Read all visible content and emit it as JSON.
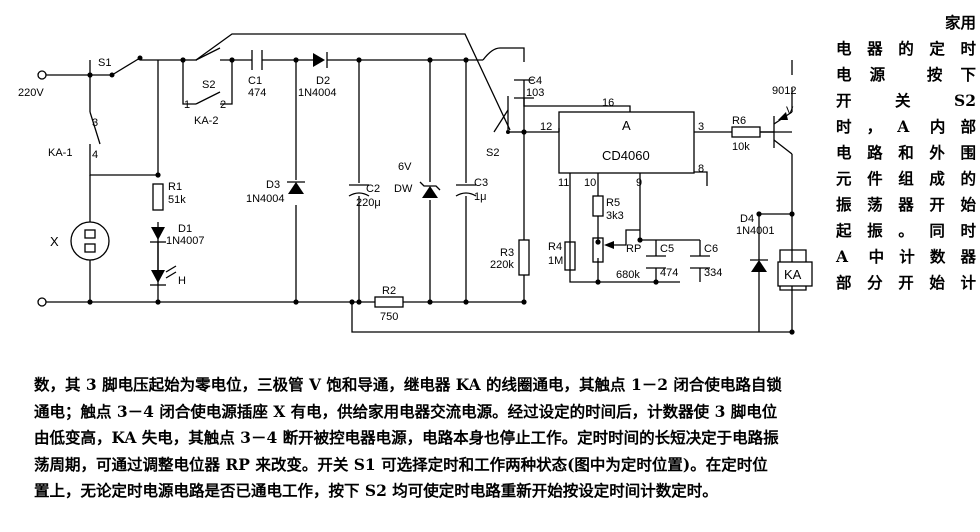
{
  "labels": {
    "v220": "220V",
    "s1": "S1",
    "s2a": "S2",
    "s2b": "S2",
    "n1": "1",
    "n2": "2",
    "n3": "3",
    "n4": "4",
    "ka1": "KA-1",
    "ka2": "KA-2",
    "c1": "C1",
    "c1v": "474",
    "d2": "D2",
    "d2v": "1N4004",
    "c4": "C4",
    "c4v": "103",
    "p16": "16",
    "p12": "12",
    "p3": "3",
    "p8": "8",
    "p11": "11",
    "p10": "10",
    "p9": "9",
    "ica": "A",
    "ic": "CD4060",
    "q": "9012",
    "qv": "V",
    "r6": "R6",
    "r6v": "10k",
    "r1": "R1",
    "r1v": "51k",
    "d1": "D1",
    "d1v": "1N4007",
    "h": "H",
    "x": "X",
    "d3": "D3",
    "d3v": "1N4004",
    "c2": "C2",
    "c2v": "220μ",
    "dw6": "6V",
    "dw": "DW",
    "c3": "C3",
    "c3v": "1μ",
    "r3": "R3",
    "r3v": "220k",
    "r4": "R4",
    "r4v": "1M",
    "r5": "R5",
    "r5v": "3k3",
    "rp": "RP",
    "rpv": "680k",
    "c5": "C5",
    "c5v": "474",
    "c6": "C6",
    "c6v": "334",
    "d4": "D4",
    "d4v": "1N4001",
    "ka": "KA",
    "r2": "R2",
    "r2v": "750"
  },
  "side_text": [
    "家用",
    "电器的定时",
    "电源  按下",
    "开 关  S2",
    "时，A 内部",
    "电路和外围",
    "元件组成的",
    "振荡器开始",
    "起振。同时",
    "A 中计数器",
    "部分开始计"
  ],
  "body_text": [
    "数，其 3 脚电压起始为零电位，三极管 V 饱和导通，继电器 KA 的线圈通电，其触点 1－2 闭合使电路自锁",
    "通电；触点 3－4 闭合使电源插座 X 有电，供给家用电器交流电源。经过设定的时间后，计数器使 3 脚电位",
    "由低变高，KA 失电，其触点 3－4 断开被控电器电源，电路本身也停止工作。定时时间的长短决定于电路振",
    "荡周期，可通过调整电位器 RP 来改变。开关 S1 可选择定时和工作两种状态(图中为定时位置)。在定时位",
    "置上，无论定时电源电路是否已通电工作，按下 S2 均可使定时电路重新开始按设定时间计数定时。"
  ]
}
